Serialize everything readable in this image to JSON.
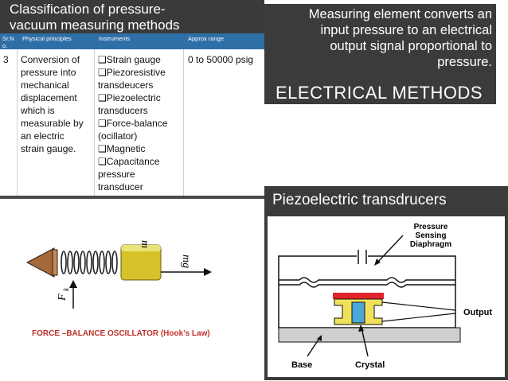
{
  "classification": {
    "title": "Classification of pressure-vacuum measuring methods",
    "title_line1": "Classification of pressure-",
    "title_line2": "vacuum measuring methods",
    "headers": [
      "Sr.N o.",
      "Physical principles",
      "Instruments",
      "Approx range"
    ],
    "row": {
      "sr": "3",
      "principle_lines": [
        "Conversion of",
        "pressure into",
        "mechanical",
        "displacement",
        "which is",
        "measurable by",
        "an electric",
        "strain gauge."
      ],
      "instrument_lines": [
        "❑Strain gauge",
        "❑Piezoresistive",
        "transdeucers",
        "❑Piezoelectric",
        "transducers",
        "❑Force-balance",
        "(ocillator)",
        "❑Magnetic",
        "❑Capacitance",
        "pressure",
        "transducer"
      ],
      "range": "0 to 50000 psig"
    }
  },
  "electrical": {
    "text_lines": [
      "Measuring element converts an",
      "input pressure to an electrical",
      "output signal proportional to",
      "pressure."
    ],
    "heading": "ELECTRICAL METHODS"
  },
  "piezo": {
    "title": "Piezoelectric transdrucers",
    "labels": {
      "diaphragm": "Pressure Sensing Diaphragm",
      "diaphragm_line1": "Pressure",
      "diaphragm_line2": "Sensing",
      "diaphragm_line3": "Diaphragm",
      "output": "Output",
      "base": "Base",
      "crystal": "Crystal"
    }
  },
  "oscillator": {
    "caption": "FORCE –BALANCE OSCILLATOR (Hook’s Law)",
    "label_m": "m",
    "label_mg": "mg",
    "label_f": "F",
    "label_k": "k"
  },
  "colors": {
    "header_blue": "#2f6fa8",
    "dark_panel": "#3b3b3b",
    "caption_red": "#c0312b",
    "mass_yellow": "#d6c22a",
    "cone_brown": "#a36a3e",
    "crystal_blue": "#4aa8d8",
    "plate_red": "#e0232a",
    "holder_yellow": "#f0e15a",
    "base_gray": "#cfcfcf"
  }
}
